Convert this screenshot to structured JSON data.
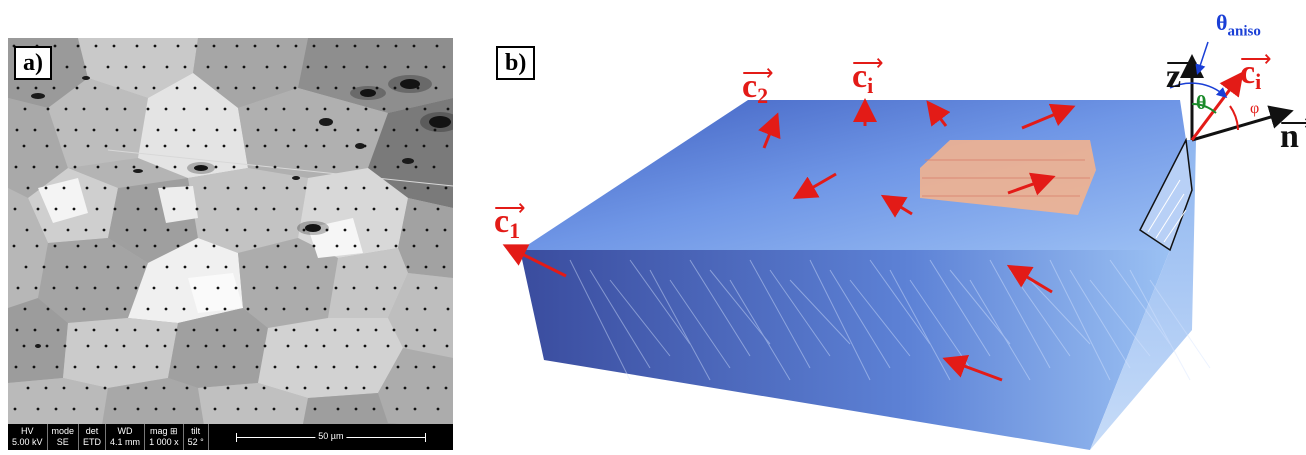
{
  "figure": {
    "panel_a": {
      "label": "a)",
      "sem_info_bar": {
        "hv": {
          "header": "HV",
          "value": "5.00 kV"
        },
        "mode": {
          "header": "mode",
          "value": "SE"
        },
        "det": {
          "header": "det",
          "value": "ETD"
        },
        "wd": {
          "header": "WD",
          "value": "4.1 mm"
        },
        "mag": {
          "header": "mag ⊞",
          "value": "1 000 x"
        },
        "tilt": {
          "header": "tilt",
          "value": "52 °"
        },
        "scale_bar": "50 µm"
      }
    },
    "panel_b": {
      "label": "b)",
      "vector_labels": {
        "c1": {
          "base": "c",
          "sub": "1"
        },
        "c2": {
          "base": "c",
          "sub": "2"
        },
        "ci_block": {
          "base": "c",
          "sub": "i"
        },
        "ci_axes": {
          "base": "c",
          "sub": "i"
        },
        "z": "z",
        "n": "n"
      },
      "angle_labels": {
        "theta": "θ",
        "phi": "φ",
        "theta_aniso": "θ",
        "theta_aniso_sub": "aniso"
      },
      "colors": {
        "arrows": "#e31b17",
        "theta_aniso": "#1a3fd6",
        "theta": "#1a8a2a",
        "block": "#5a7fd8",
        "highlight_grain": "#f2b38f"
      }
    }
  }
}
